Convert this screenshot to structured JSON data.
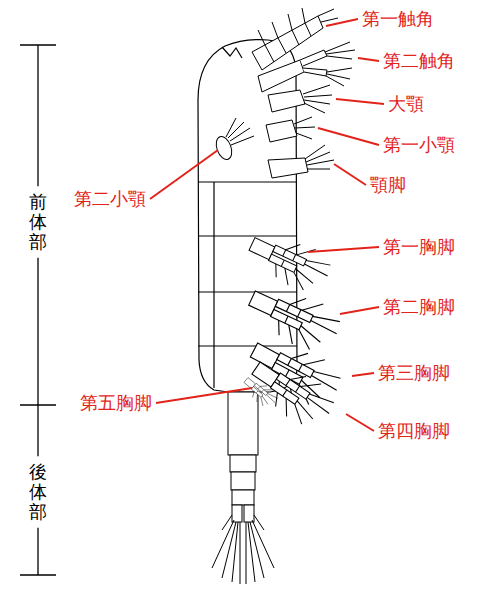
{
  "diagram": {
    "labels": [
      "第一触角",
      "第二触角",
      "大顎",
      "第一小顎",
      "第二小顎",
      "顎脚",
      "前体部",
      "第一胸脚",
      "第二胸脚",
      "第三胸脚",
      "第五胸脚",
      "第四胸脚",
      "後体部"
    ]
  }
}
